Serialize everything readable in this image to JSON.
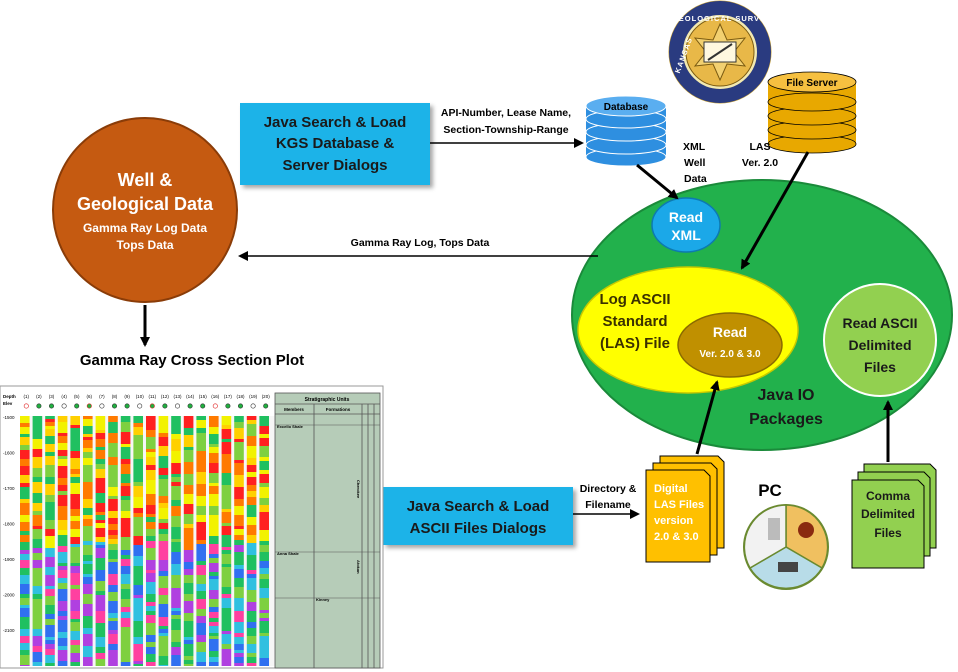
{
  "well_circle": {
    "title_line1": "Well &",
    "title_line2": "Geological Data",
    "sub_line1": "Gamma Ray Log Data",
    "sub_line2": "Tops Data",
    "fill": "#c55a11"
  },
  "kgs_dialog": {
    "line1": "Java Search & Load",
    "line2": "KGS Database &",
    "line3": "Server Dialogs",
    "fill": "#1fb3e8"
  },
  "query_label": {
    "line1": "API-Number, Lease Name,",
    "line2": "Section-Township-Range"
  },
  "database": {
    "label": "Database",
    "fill": "#2e8fe0"
  },
  "file_server": {
    "label": "File Server",
    "fill": "#e8a800"
  },
  "seal": {
    "text": "GEOLOGICAL SURVEY",
    "side_text": "KANSAS"
  },
  "xml_well_data": {
    "line1": "XML",
    "line2": "Well",
    "line3": "Data"
  },
  "las_label": {
    "line1": "LAS",
    "line2": "Ver. 2.0"
  },
  "gamma_tops_label": "Gamma Ray Log, Tops Data",
  "java_io": {
    "line1": "Java IO",
    "line2": "Packages",
    "fill": "#22b14c"
  },
  "read_xml": {
    "line1": "Read",
    "line2": "XML",
    "fill": "#1ba8e8"
  },
  "las_file": {
    "line1": "Log ASCII",
    "line2": "Standard",
    "line3": "(LAS) File",
    "fill": "#ffff00"
  },
  "read_las": {
    "line1": "Read",
    "line2": "Ver. 2.0 & 3.0",
    "fill": "#c09000"
  },
  "read_ascii": {
    "line1": "Read  ASCII",
    "line2": "Delimited",
    "line3": "Files",
    "fill": "#92d050"
  },
  "plot_title": "Gamma Ray Cross Section Plot",
  "ascii_dialog": {
    "line1": "Java Search & Load",
    "line2": "ASCII Files Dialogs",
    "fill": "#1fb3e8"
  },
  "directory_label": {
    "line1": "Directory &",
    "line2": "Filename"
  },
  "digital_las": {
    "line1": "Digital",
    "line2": "LAS Files",
    "line3": "version",
    "line4": "2.0 & 3.0",
    "fill": "#ffc000"
  },
  "pc": {
    "label": "PC"
  },
  "comma_files": {
    "line1": "Comma",
    "line2": "Delimited",
    "line3": "Files",
    "fill": "#92d050"
  },
  "cross_section": {
    "header": "Stratigraphic Units",
    "col_members": "Members",
    "col_formations": "Formations",
    "depth_label": "Depth",
    "elev_label": "Elev",
    "well_numbers": [
      "(1)",
      "(2)",
      "(3)",
      "(4)",
      "(5)",
      "(6)",
      "(7)",
      "(8)",
      "(9)",
      "(10)",
      "(11)",
      "(12)",
      "(13)",
      "(14)",
      "(15)",
      "(16)",
      "(17)",
      "(18)",
      "(19)",
      "(20)"
    ],
    "depth_ticks": [
      "-1500",
      "-1600",
      "-1700",
      "-1800",
      "-1900",
      "-2000",
      "-2100"
    ],
    "unit_labels": [
      "Excello Shale",
      "Anna Shale",
      "Cherokee",
      "Atokan",
      "Kinney"
    ]
  }
}
